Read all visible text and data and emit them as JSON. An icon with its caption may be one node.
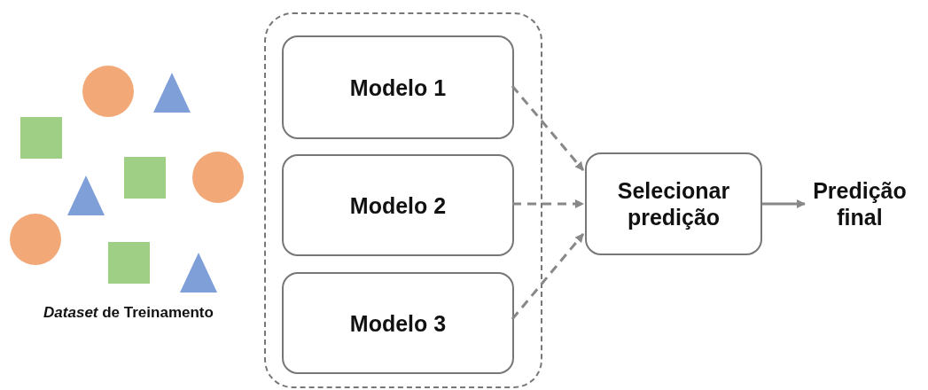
{
  "diagram": {
    "nodes": [
      {
        "text": [],
        "shape": "box"
      },
      {
        "text": [
          "Modelo 1"
        ],
        "in": 0
      },
      {
        "text": [
          "Modelo 2"
        ],
        "in": 0
      },
      {
        "text": [
          "Modelo 3"
        ],
        "in": 0
      },
      {
        "text": [
          "Selecionar predição"
        ]
      },
      {
        "text": [
          "Predição final"
        ]
      }
    ],
    "edges": [
      {
        "from": 1,
        "to": 4,
        "arrow": "to",
        "style": "dashed"
      },
      {
        "from": 2,
        "to": 4,
        "arrow": "to",
        "style": "dashed"
      },
      {
        "from": 3,
        "to": 4,
        "arrow": "to",
        "style": "dashed"
      },
      {
        "from": 4,
        "to": 5,
        "arrow": "to"
      }
    ],
    "labels": [
      "*Dataset* de Treinamento"
    ]
  }
}
